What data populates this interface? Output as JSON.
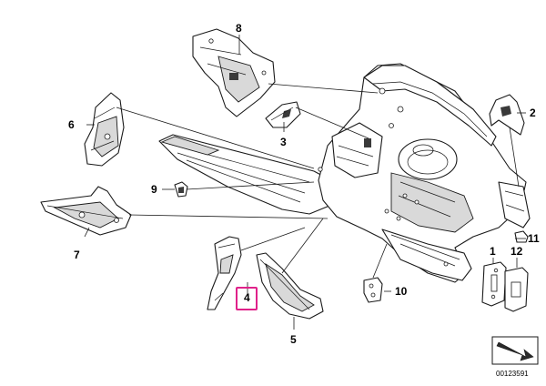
{
  "diagram": {
    "callouts": {
      "c1": "1",
      "c2": "2",
      "c3": "3",
      "c4": "4",
      "c5": "5",
      "c6": "6",
      "c7": "7",
      "c8": "8",
      "c9": "9",
      "c10": "10",
      "c11": "11",
      "c12": "12"
    },
    "reference_number": "00123591",
    "highlight_color": "#e0218a"
  }
}
